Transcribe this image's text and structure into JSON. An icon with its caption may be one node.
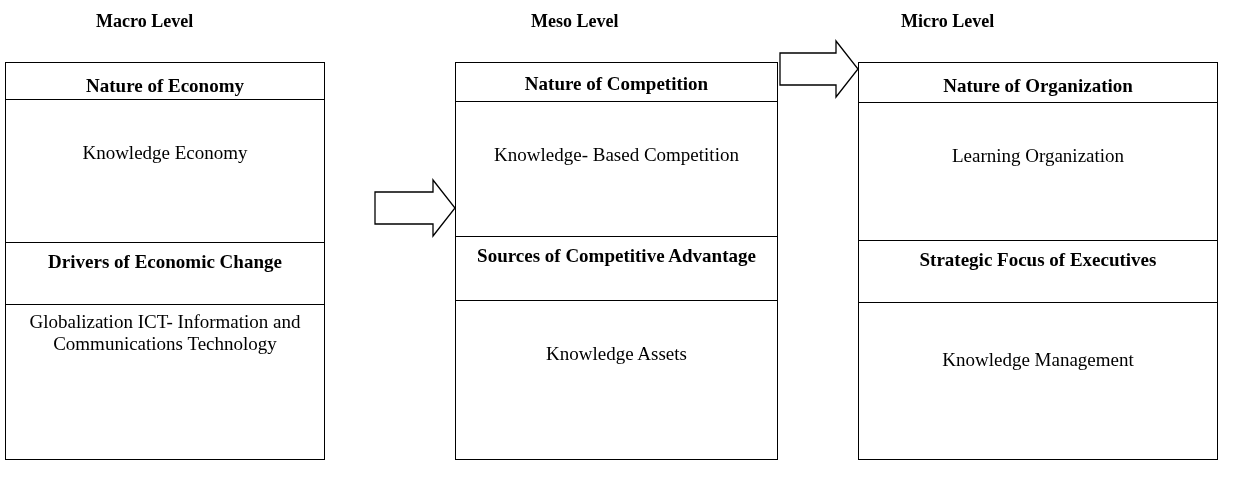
{
  "diagram": {
    "nodes": [
      {
        "text": [
          "Macro Level"
        ]
      },
      {
        "text": [
          "Nature of Economy"
        ],
        "in": 0
      },
      {
        "text": [
          "Knowledge Economy"
        ],
        "in": 0
      },
      {
        "text": [
          "Drivers of Economic Change"
        ],
        "in": 0
      },
      {
        "text": [
          "Globalization ICT- Information and Communications Technology"
        ],
        "in": 0
      },
      {
        "text": [
          "Meso Level"
        ]
      },
      {
        "text": [
          "Nature of Competition"
        ],
        "in": 5
      },
      {
        "text": [
          "Knowledge- Based Competition"
        ],
        "in": 5
      },
      {
        "text": [
          "Sources of Competitive Advantage"
        ],
        "in": 5
      },
      {
        "text": [
          "Knowledge Assets"
        ],
        "in": 5
      },
      {
        "text": [
          "Micro Level"
        ]
      },
      {
        "text": [
          "Nature of Organization"
        ],
        "in": 10
      },
      {
        "text": [
          "Learning Organization"
        ],
        "in": 10
      },
      {
        "text": [
          "Strategic Focus of Executives"
        ],
        "in": 10
      },
      {
        "text": [
          "Knowledge Management"
        ],
        "in": 10
      }
    ],
    "edges": [
      {
        "from": 0,
        "to": 5,
        "arrow": "to"
      },
      {
        "from": 5,
        "to": 10,
        "arrow": "to"
      }
    ]
  }
}
